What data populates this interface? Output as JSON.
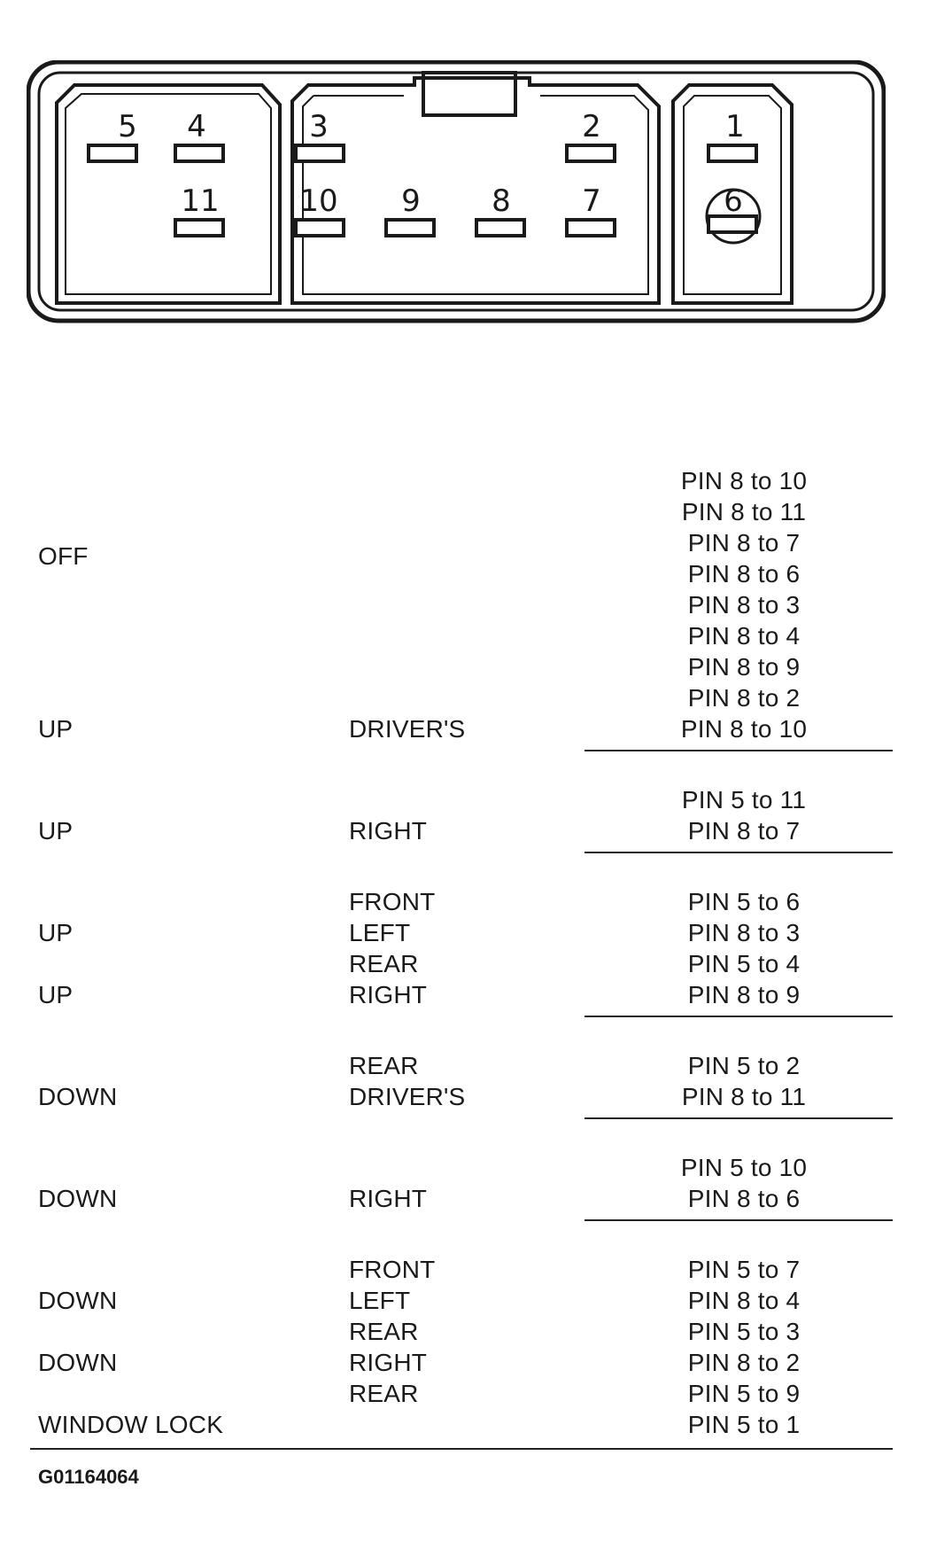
{
  "connector": {
    "pins": [
      "5",
      "4",
      "11",
      "3",
      "10",
      "9",
      "8",
      "2",
      "7",
      "1",
      "6"
    ]
  },
  "table": {
    "rows": [
      {
        "a": "",
        "b": "",
        "c": "PIN 8 to 10"
      },
      {
        "a": "",
        "b": "",
        "c": "PIN 8 to 11"
      },
      {
        "a": "",
        "b": "",
        "c": "PIN 8 to 7"
      },
      {
        "a": "OFF",
        "b": "",
        "c": "PIN 8 to 6"
      },
      {
        "a": "",
        "b": "",
        "c": "PIN 8 to 3"
      },
      {
        "a": "",
        "b": "",
        "c": "PIN 8 to 4"
      },
      {
        "a": "",
        "b": "",
        "c": "PIN 8 to 9"
      },
      {
        "a": "",
        "b": "",
        "c": "PIN 8 to 2"
      },
      {
        "a": "UP",
        "b": "DRIVER'S",
        "c": "PIN 8 to 10"
      },
      {
        "a": "",
        "b": "",
        "c": "PIN 5 to 11"
      },
      {
        "a": "UP",
        "b": "RIGHT",
        "c": "PIN 8 to 7"
      },
      {
        "a": "",
        "b": "FRONT",
        "c": "PIN 5 to 6"
      },
      {
        "a": "UP",
        "b": "LEFT",
        "c": "PIN 8 to 3"
      },
      {
        "a": "",
        "b": "REAR",
        "c": "PIN 5 to 4"
      },
      {
        "a": "UP",
        "b": "RIGHT",
        "c": "PIN 8 to 9"
      },
      {
        "a": "",
        "b": "REAR",
        "c": "PIN 5 to 2"
      },
      {
        "a": "DOWN",
        "b": "DRIVER'S",
        "c": "PIN 8 to 11"
      },
      {
        "a": "",
        "b": "",
        "c": "PIN 5 to 10"
      },
      {
        "a": "DOWN",
        "b": "RIGHT",
        "c": "PIN 8 to 6"
      },
      {
        "a": "",
        "b": "FRONT",
        "c": "PIN 5 to 7"
      },
      {
        "a": "DOWN",
        "b": "LEFT",
        "c": "PIN 8 to 4"
      },
      {
        "a": "",
        "b": "REAR",
        "c": "PIN 5 to 3"
      },
      {
        "a": "DOWN",
        "b": "RIGHT",
        "c": "PIN 8 to 2"
      },
      {
        "a": "",
        "b": "REAR",
        "c": "PIN 5 to 9"
      },
      {
        "a": "WINDOW LOCK",
        "b": "",
        "c": "PIN 5 to 1"
      }
    ]
  },
  "figure_id": "G01164064"
}
